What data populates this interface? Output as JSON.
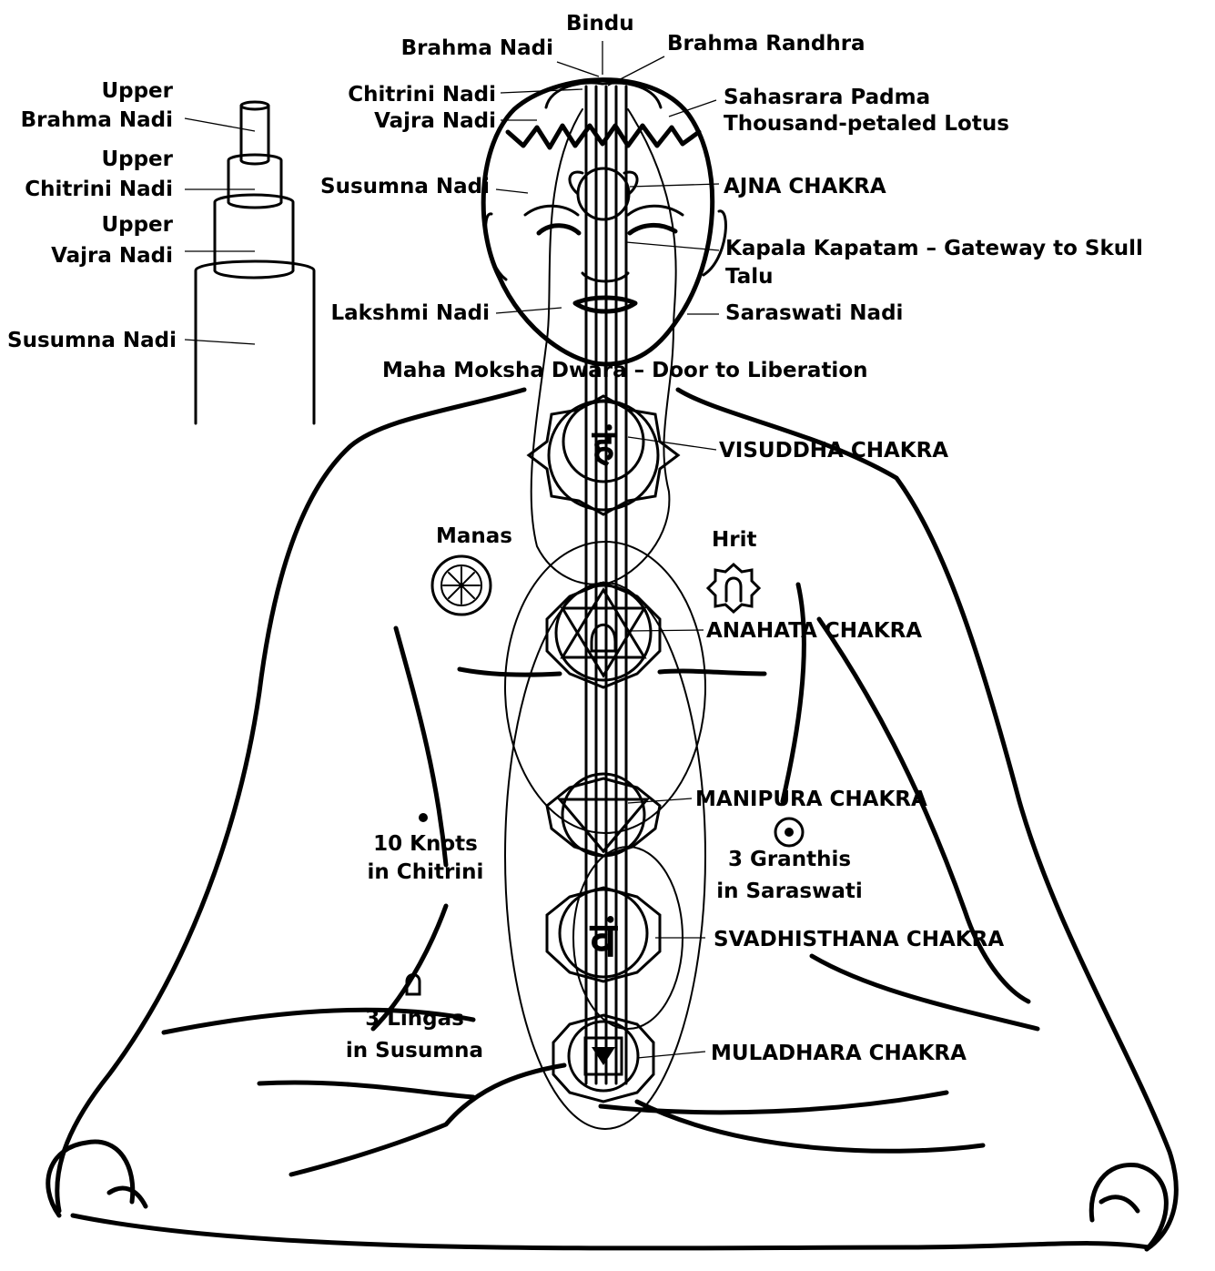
{
  "figure": {
    "labels": {
      "bindu": "Bindu",
      "brahma_nadi": "Brahma Nadi",
      "brahma_randhra": "Brahma Randhra",
      "chitrini_nadi": "Chitrini Nadi",
      "vajra_nadi": "Vajra Nadi",
      "sahasrara_1": "Sahasrara Padma",
      "sahasrara_2": "Thousand-petaled Lotus",
      "susumna_nadi": "Susumna Nadi",
      "ajna": "AJNA CHAKRA",
      "kapala_1": "Kapala Kapatam – Gateway to Skull",
      "kapala_2": "Talu",
      "lakshmi_nadi": "Lakshmi Nadi",
      "saraswati_nadi": "Saraswati Nadi",
      "maha_moksha": "Maha Moksha Dwara – Door to Liberation",
      "visuddha": "VISUDDHA CHAKRA",
      "manas": "Manas",
      "hrit": "Hrit",
      "anahata": "ANAHATA CHAKRA",
      "manipura": "MANIPURA CHAKRA",
      "knots_1": "10 Knots",
      "knots_2": "in Chitrini",
      "granthis_1": "3 Granthis",
      "granthis_2": "in Saraswati",
      "svadhisthana": "SVADHISTHANA CHAKRA",
      "lingas_1": "3 Lingas",
      "lingas_2": "in Susumna",
      "muladhara": "MULADHARA CHAKRA"
    },
    "inset": {
      "upper_brahma_1": "Upper",
      "upper_brahma_2": "Brahma Nadi",
      "upper_chitrini_1": "Upper",
      "upper_chitrini_2": "Chitrini Nadi",
      "upper_vajra_1": "Upper",
      "upper_vajra_2": "Vajra Nadi",
      "susumna": "Susumna Nadi"
    },
    "glyphs": {
      "visuddha_seed": "हं",
      "svadhisthana_seed": "वं"
    }
  }
}
